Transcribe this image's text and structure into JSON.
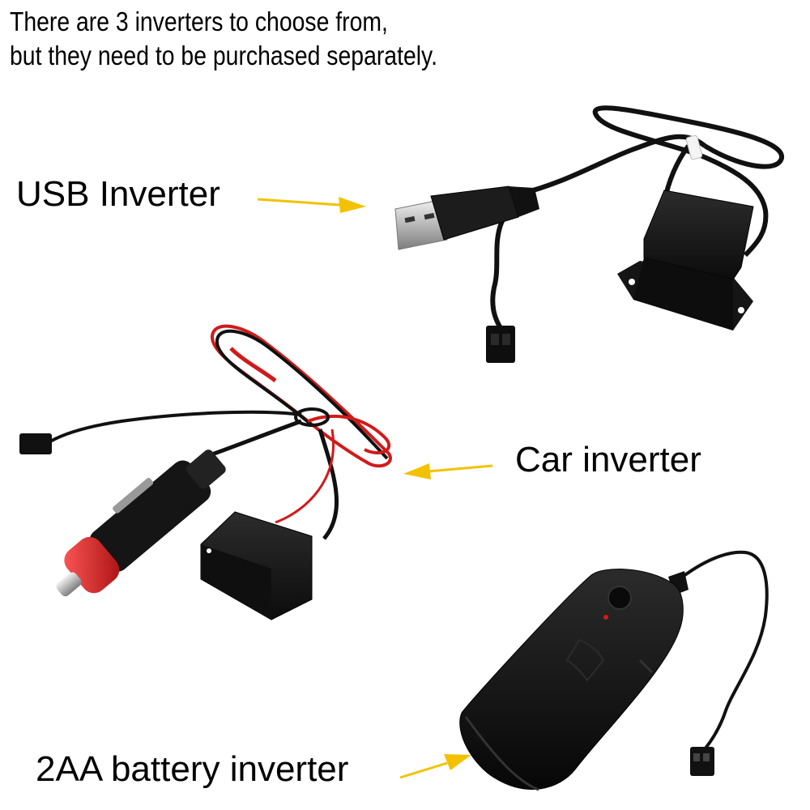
{
  "intro": {
    "line1": "There are 3 inverters to choose from,",
    "line2": "but they need to be purchased separately."
  },
  "labels": {
    "usb": "USB Inverter",
    "car": "Car inverter",
    "battery": "2AA battery inverter"
  },
  "colors": {
    "arrow": "#f2c200",
    "cable": "#111111",
    "red_wire": "#d11a1a",
    "plug_tip": "#d42a2a",
    "body": "#1b1b1b"
  }
}
